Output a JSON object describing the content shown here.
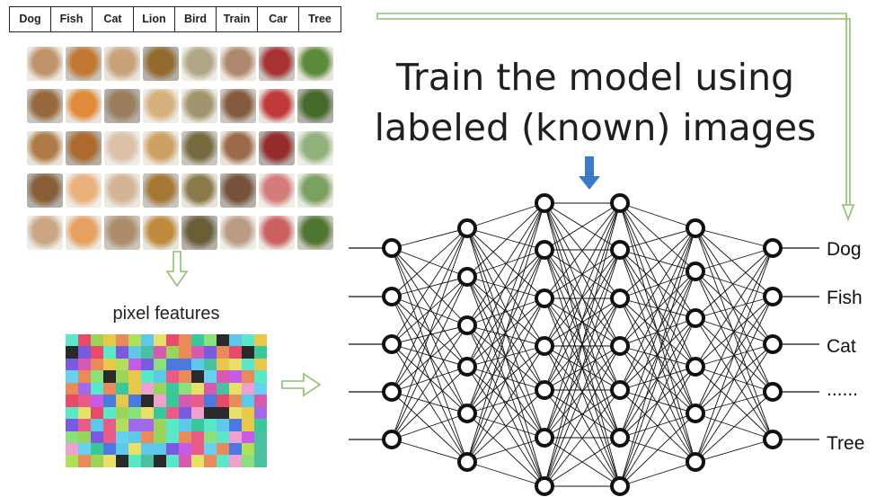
{
  "labels": [
    "Dog",
    "Fish",
    "Cat",
    "Lion",
    "Bird",
    "Train",
    "Car",
    "Tree"
  ],
  "title_line1": "Train the model using",
  "title_line2": "labeled (known) images",
  "pixel_title": "pixel features",
  "outputs": [
    "Dog",
    "Fish",
    "Cat",
    "......",
    "Tree"
  ],
  "layer_sizes": [
    5,
    6,
    7,
    7,
    6,
    5
  ],
  "thumb_colors": {
    "Dog": "#b07a48",
    "Fish": "#e08a3a",
    "Cat": "#c9a27c",
    "Lion": "#c08a3c",
    "Bird": "#8a7a4a",
    "Train": "#9a6a4a",
    "Car": "#c03a3a",
    "Tree": "#5a8a3a"
  },
  "colors": {
    "arrow_green": "#8fbf6f",
    "arrow_blue": "#3d79c9",
    "node": "#111111"
  }
}
